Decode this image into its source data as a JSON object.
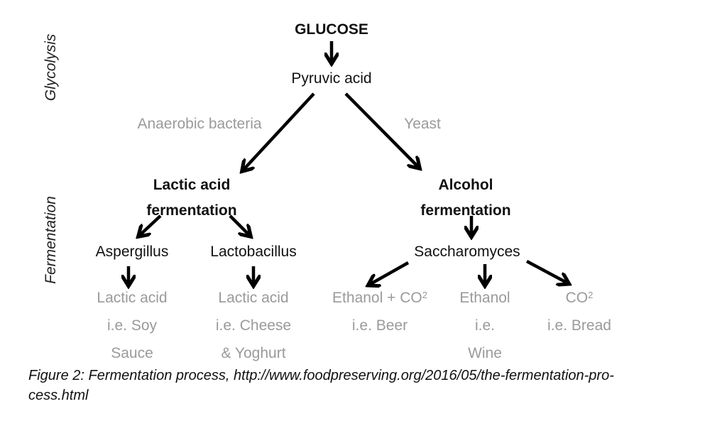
{
  "side_labels": {
    "glycolysis": "Glycolysis",
    "fermentation": "Fermentation"
  },
  "nodes": {
    "glucose": "GLUCOSE",
    "pyruvic": "Pyruvic acid",
    "lactic_fermentation": [
      "Lactic acid",
      "fermentation"
    ],
    "alcohol_fermentation": [
      "Alcohol",
      "fermentation"
    ],
    "aspergillus": "Aspergillus",
    "lactobacillus": "Lactobacillus",
    "saccharomyces": "Saccharomyces"
  },
  "edge_labels": {
    "anaerobic": "Anaerobic bacteria",
    "yeast": "Yeast"
  },
  "products": {
    "soy": [
      "Lactic acid",
      "i.e. Soy",
      "Sauce"
    ],
    "cheese": [
      "Lactic acid",
      "i.e. Cheese",
      "& Yoghurt"
    ],
    "beer": {
      "main": "Ethanol + CO",
      "sup": "2",
      "line2": "i.e. Beer"
    },
    "wine": [
      "Ethanol",
      "i.e.",
      "Wine"
    ],
    "bread": {
      "main": "CO",
      "sup": "2",
      "line2": "i.e. Bread"
    }
  },
  "caption": {
    "line1": "Figure 2: Fermentation process, http://www.foodpreserving.org/2016/05/the-fermentation-pro-",
    "line2": "cess.html"
  }
}
